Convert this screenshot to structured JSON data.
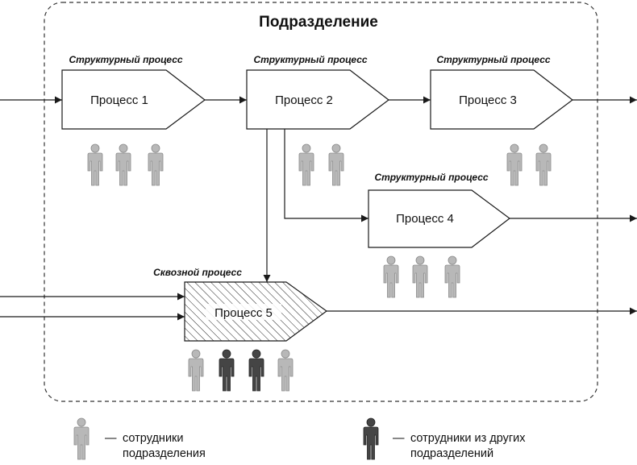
{
  "title": "Подразделение",
  "caption_structural": "Структурный процесс",
  "caption_through": "Сквозной процесс",
  "processes": [
    {
      "label": "Процесс 1"
    },
    {
      "label": "Процесс 2"
    },
    {
      "label": "Процесс 3"
    },
    {
      "label": "Процесс 4"
    },
    {
      "label": "Процесс 5"
    }
  ],
  "legend": {
    "own_dash": "—",
    "own_line1": "сотрудники",
    "own_line2": "подразделения",
    "other_dash": "—",
    "other_line1": "сотрудники из других",
    "other_line2": "подразделений"
  },
  "colors": {
    "own_staff": "#b8b8b8",
    "other_staff": "#454545",
    "line": "#1a1a1a"
  },
  "icons": {
    "staff": "person-icon"
  }
}
